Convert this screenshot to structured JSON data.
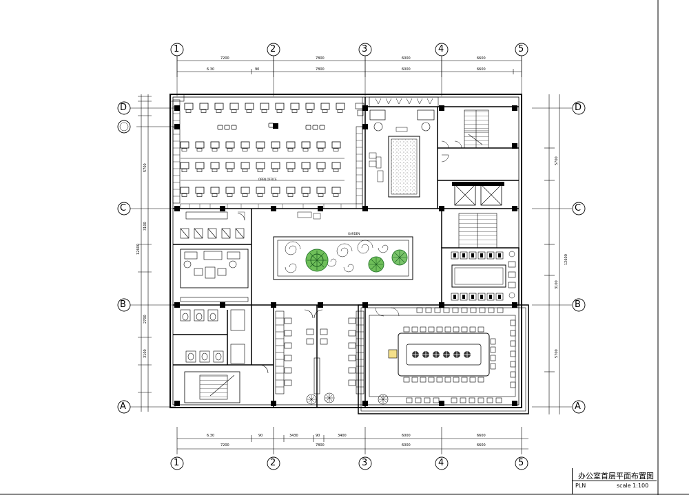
{
  "drawing": {
    "title": "办公室首层平面布置图",
    "code": "PLN",
    "scale": "scale 1:100"
  },
  "grid": {
    "columns": [
      "1",
      "2",
      "3",
      "4",
      "5"
    ],
    "rows": [
      "D",
      "C",
      "B",
      "A"
    ]
  }
}
